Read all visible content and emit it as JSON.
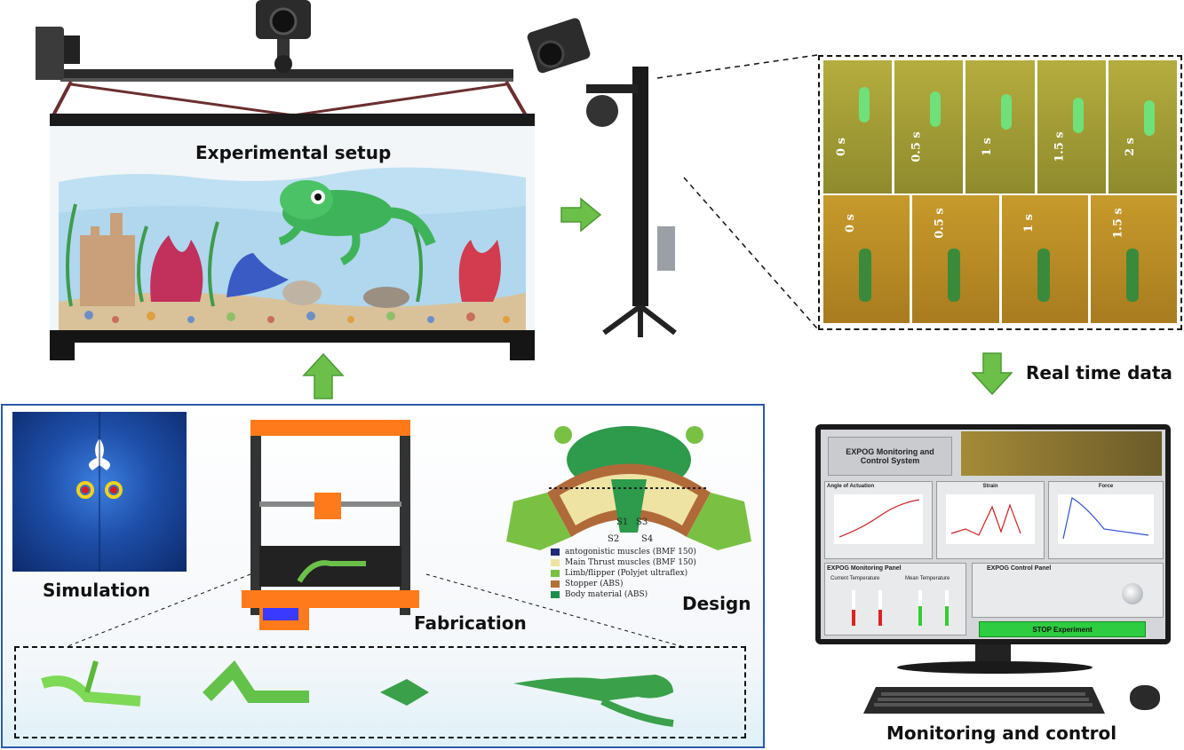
{
  "labels": {
    "experimental_setup": "Experimental setup",
    "real_time_data": "Real time data",
    "simulation": "Simulation",
    "fabrication": "Fabrication",
    "design": "Design",
    "monitoring_and_control": "Monitoring and control"
  },
  "frames_top": [
    "0 s",
    "0.5 s",
    "1 s",
    "1.5 s",
    "2 s"
  ],
  "frames_bottom": [
    "0 s",
    "0.5 s",
    "1 s",
    "1.5 s"
  ],
  "design_labels": {
    "s1": "S1",
    "s2": "S2",
    "s3": "S3",
    "s4": "S4"
  },
  "design_legend": [
    {
      "text": "antogonistic muscles (BMF 150)",
      "color": "#1f2a78"
    },
    {
      "text": "Main Thrust muscles (BMF 150)",
      "color": "#efe3a4"
    },
    {
      "text": "Limb/flipper (Polyjet ultraflex)",
      "color": "#7ac143"
    },
    {
      "text": "Stopper (ABS)",
      "color": "#b07038"
    },
    {
      "text": "Body material (ABS)",
      "color": "#1e8f4a"
    }
  ],
  "monitor": {
    "system_title": "EXPOG Monitoring and Control System",
    "chart1_title": "Angle of Actuation",
    "chart2_title": "Strain",
    "chart3_title": "Force",
    "monitoring_panel_title": "EXPOG Monitoring Panel",
    "control_panel_title": "EXPOG Control Panel",
    "current_temperature": "Current Temperature",
    "mean_temperature": "Mean Temperature",
    "stop_button": "STOP Experiment"
  },
  "colors": {
    "arrow_green": "#6cc04a",
    "panel_border": "#2b5aa8",
    "water": "#bfe0f2",
    "frog_green": "#3fb35a",
    "stop_green": "#2ecc40"
  }
}
